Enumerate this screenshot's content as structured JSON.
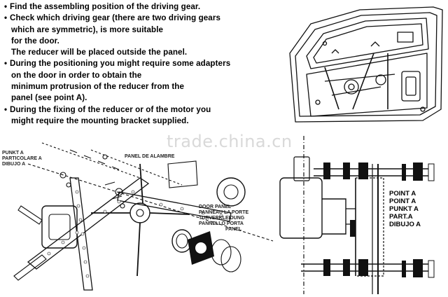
{
  "instructions": {
    "lines": [
      "Find the assembling position of the driving gear.",
      "Check which driving gear (there are two driving gears",
      "which are symmetric), is more suitable",
      "for the door.",
      "The reducer will be placed outside the panel.",
      "During the positioning you might require some adapters",
      "on the door in order to obtain the",
      "minimum protrusion of the reducer from the",
      "panel (see point A).",
      "During the fixing of the reducer or of the motor you",
      "might require the mounting bracket supplied."
    ]
  },
  "watermark": "trade.china.cn",
  "labels": {
    "point_a_left": [
      "PUNKT A",
      "PARTICOLARE A",
      "DIBUJO A"
    ],
    "panel_de_alambre": "PANEL DE ALAMBRE",
    "door_panel": [
      "DOOR PANEL",
      "PANNEAU LA PORTE",
      "TURVERKLEIDUNG",
      "PANNELLO PORTA",
      "PANEL"
    ],
    "point_a_right": [
      "POINT A",
      "POINT A",
      "PUNKT A",
      "PART.A",
      "DIBUJO A"
    ]
  }
}
